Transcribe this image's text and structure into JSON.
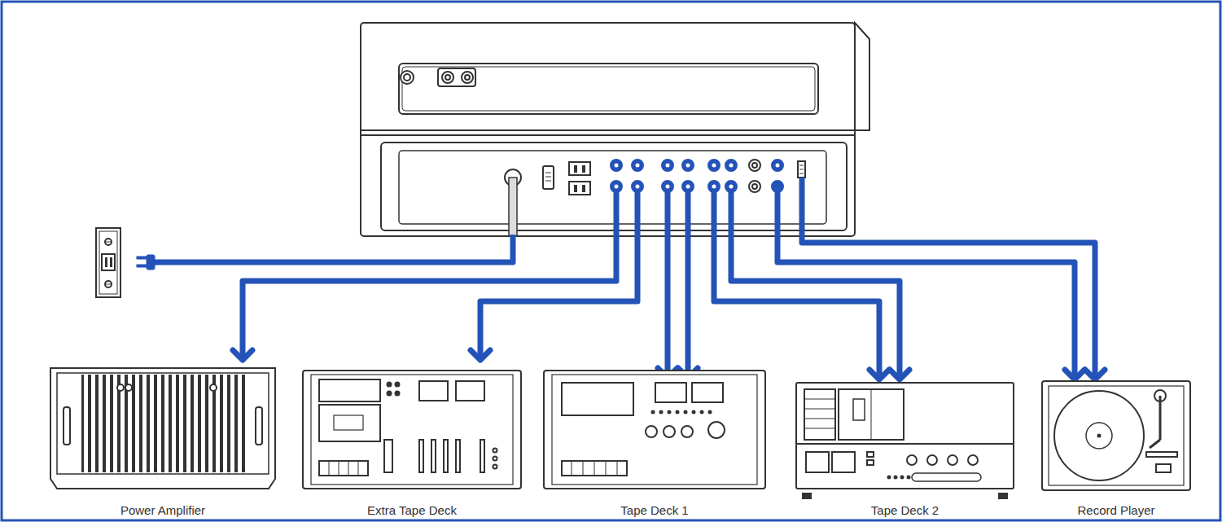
{
  "diagram": {
    "nodes": [
      {
        "text": [
          "Power Amplifier"
        ]
      },
      {
        "text": [
          "Extra Tape Deck"
        ]
      },
      {
        "text": [
          "Tape Deck 1"
        ]
      },
      {
        "text": [
          "Tape Deck 2"
        ]
      },
      {
        "text": [
          "Record Player"
        ]
      }
    ]
  }
}
